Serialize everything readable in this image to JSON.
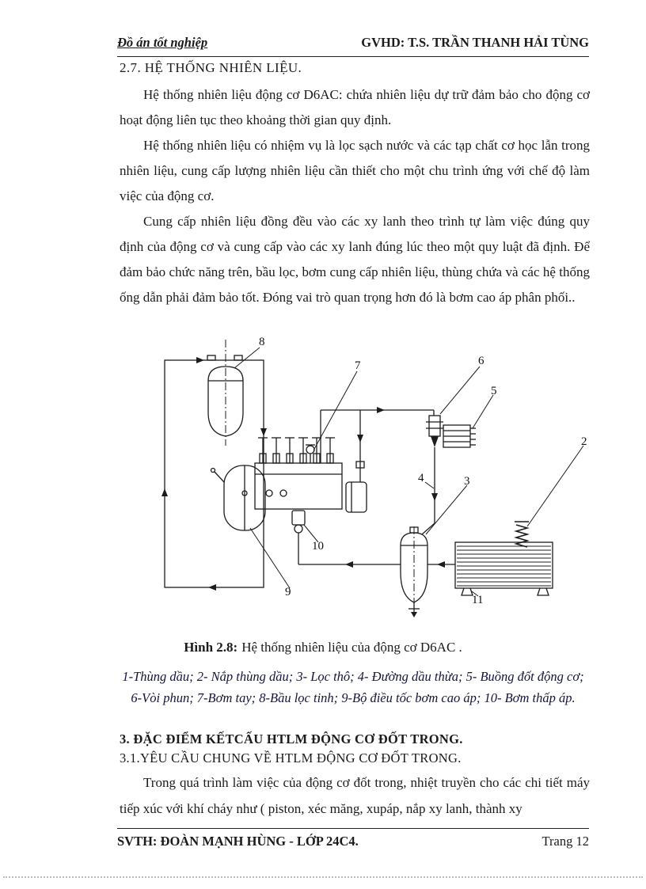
{
  "header": {
    "left": "Đồ án tốt nghiệp",
    "right": "GVHD: T.S. TRẦN THANH HẢI TÙNG"
  },
  "body": {
    "s27_title": "2.7. HỆ THỐNG NHIÊN LIỆU.",
    "p1": "Hệ thống nhiên liệu động cơ D6AC: chứa nhiên liệu dự trữ đảm bảo cho động cơ hoạt động liên tục theo khoảng thời gian quy định.",
    "p2": "Hệ thống nhiên liệu có nhiệm vụ là lọc sạch nước và các tạp chất cơ học lẫn trong nhiên liệu, cung cấp lượng nhiên liệu cần thiết cho một chu trình ứng với chế độ làm việc của động cơ.",
    "p3": "Cung cấp nhiên liệu đồng đều vào các xy lanh theo trình tự làm việc đúng quy định của động cơ và cung cấp vào các xy lanh đúng lúc theo một quy luật đã định. Để đảm bảo chức năng trên, bầu lọc, bơm cung cấp nhiên liệu, thùng chứa và các hệ thống ống dẫn phải đảm bảo tốt. Đóng vai trò quan trọng hơn đó là bơm cao áp phân phối..",
    "s3_title": "3. ĐẶC ĐIỂM KẾTCẤU HTLM ĐỘNG CƠ ĐỐT TRONG.",
    "s31_title": "3.1.YÊU CẦU CHUNG VỀ HTLM ĐỘNG CƠ ĐỐT TRONG.",
    "p4": "Trong quá trình làm việc của động cơ đốt trong, nhiệt truyền cho các chi tiết máy tiếp xúc với khí cháy như ( piston, xéc măng, xupáp, nắp xy lanh, thành xy"
  },
  "figure": {
    "caption_label": "Hình 2.8:",
    "caption_text": "Hệ thống nhiên liệu của động cơ D6AC .",
    "legend": "1-Thùng dầu; 2- Nắp thùng dầu; 3- Lọc thô; 4- Đường dầu thừa; 5- Buồng đốt động cơ; 6-Vòi phun; 7-Bơm tay; 8-Bầu lọc tinh; 9-Bộ điều tốc bơm cao áp; 10- Bơm thấp áp.",
    "callouts": [
      "8",
      "7",
      "6",
      "5",
      "2",
      "4",
      "3",
      "10",
      "9",
      "11"
    ]
  },
  "footer": {
    "left": "SVTH: ĐOÀN MẠNH HÙNG - LỚP 24C4.",
    "right": "Trang 12"
  },
  "colors": {
    "ink": "#1c1c1c",
    "legend_ink": "#14143c"
  }
}
